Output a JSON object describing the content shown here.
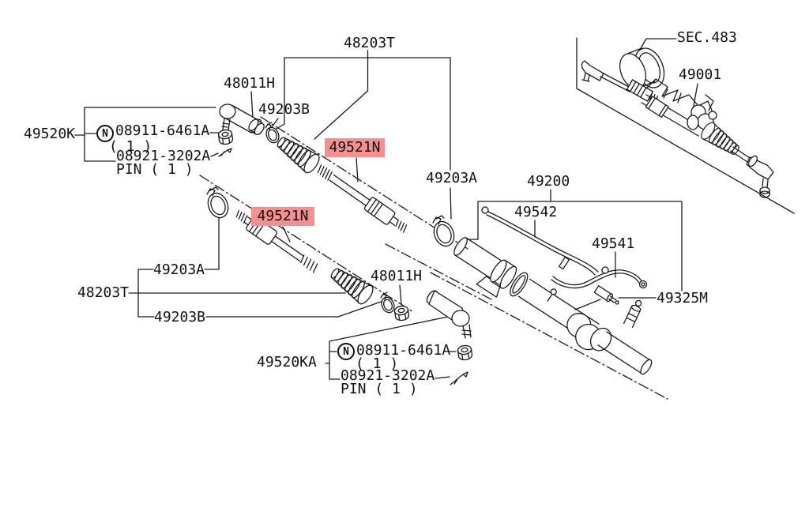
{
  "diagram": {
    "title_hint": "steering gear exploded parts diagram",
    "colors": {
      "highlight": "#f4908f",
      "line": "#1a1a1a",
      "background": "#ffffff"
    },
    "labels": {
      "l48203t_top": "48203T",
      "l48011h_top": "48011H",
      "l49203b_top": "49203B",
      "l49520k": "49520K",
      "n_top": "N",
      "l08911_top": "08911-6461A",
      "qty_top": "( 1 )",
      "l08921_top": "08921-3202A",
      "pin_top": "PIN ( 1 )",
      "l49521n_top": "49521N",
      "l49203a_top": "49203A",
      "sec483": "SEC.483",
      "l49001": "49001",
      "l49200": "49200",
      "l49542": "49542",
      "l49541": "49541",
      "l49325m": "49325M",
      "l49521n_bottom": "49521N",
      "l49203a_bottom": "49203A",
      "l48203t_bottom": "48203T",
      "l49203b_bottom": "49203B",
      "l48011h_bottom": "48011H",
      "l49520ka": "49520KA",
      "n_bottom": "N",
      "l08911_bottom": "08911-6461A",
      "qty_bottom": "( 1 )",
      "l08921_bottom": "08921-3202A",
      "pin_bottom": "PIN ( 1 )"
    }
  }
}
